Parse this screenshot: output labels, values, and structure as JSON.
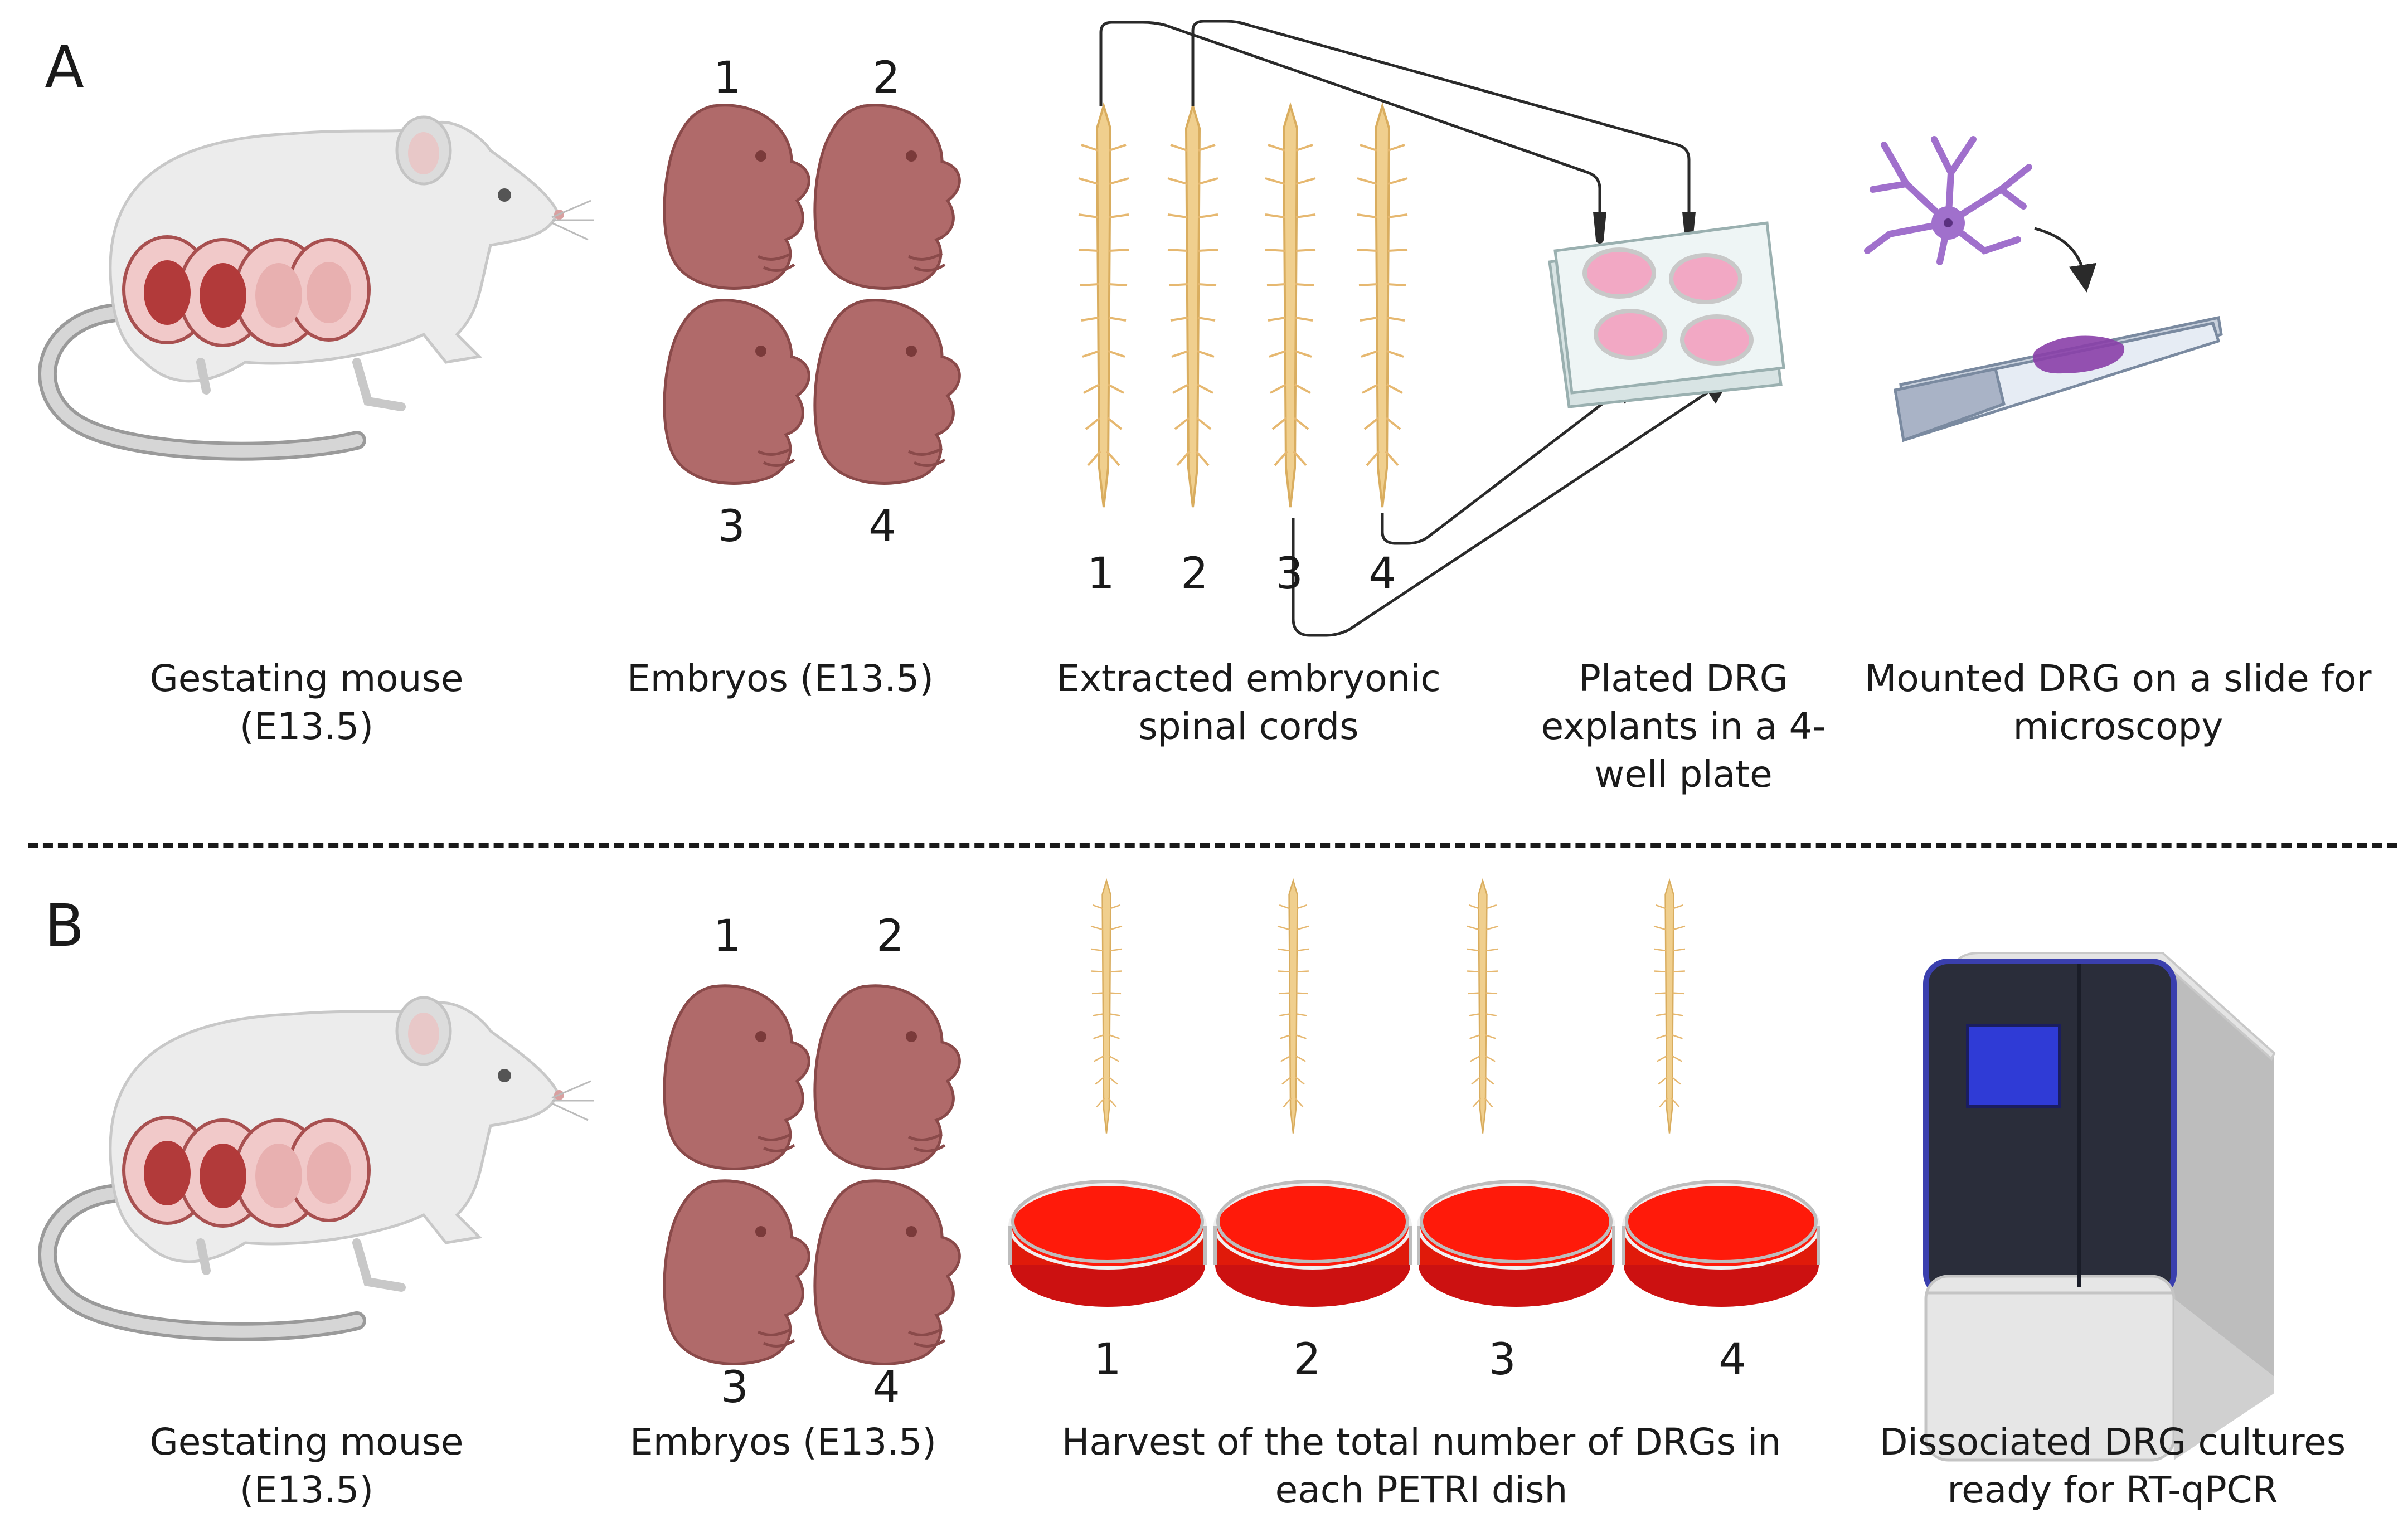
{
  "panel_a": {
    "letter": "A",
    "embryo_numbers": [
      "1",
      "2",
      "3",
      "4"
    ],
    "cord_numbers": [
      "1",
      "2",
      "3",
      "4"
    ],
    "captions": {
      "mouse": "Gestating mouse (E13.5)",
      "embryos": "Embryos (E13.5)",
      "cords": "Extracted embryonic spinal cords",
      "plate": "Plated DRG explants in a 4-well plate",
      "slide": "Mounted DRG on a slide for microscopy"
    }
  },
  "panel_b": {
    "letter": "B",
    "embryo_numbers": [
      "1",
      "2",
      "3",
      "4"
    ],
    "dish_numbers": [
      "1",
      "2",
      "3",
      "4"
    ],
    "captions": {
      "mouse": "Gestating mouse (E13.5)",
      "embryos": "Embryos (E13.5)",
      "dishes": "Harvest of the total number of DRGs in each PETRI dish",
      "instrument": "Dissociated DRG cultures ready for RT-qPCR"
    }
  },
  "icons": {
    "mouse": "pregnant-mouse-icon",
    "embryo": "embryo-icon",
    "spinal_cord": "spinal-cord-icon",
    "well_plate": "four-well-plate-icon",
    "neuron": "neuron-icon",
    "slide": "microscope-slide-icon",
    "petri_dish": "petri-dish-icon",
    "qpcr": "qpcr-instrument-icon"
  },
  "colors": {
    "embryo": "#b06a6a",
    "spinal_cord": "#f0cf8e",
    "media": "#ff1a0a",
    "neuron": "#a070cc",
    "well": "#f2a8c4",
    "instrument_body": "#d9d9d9",
    "instrument_screen": "#2f3bd6"
  }
}
